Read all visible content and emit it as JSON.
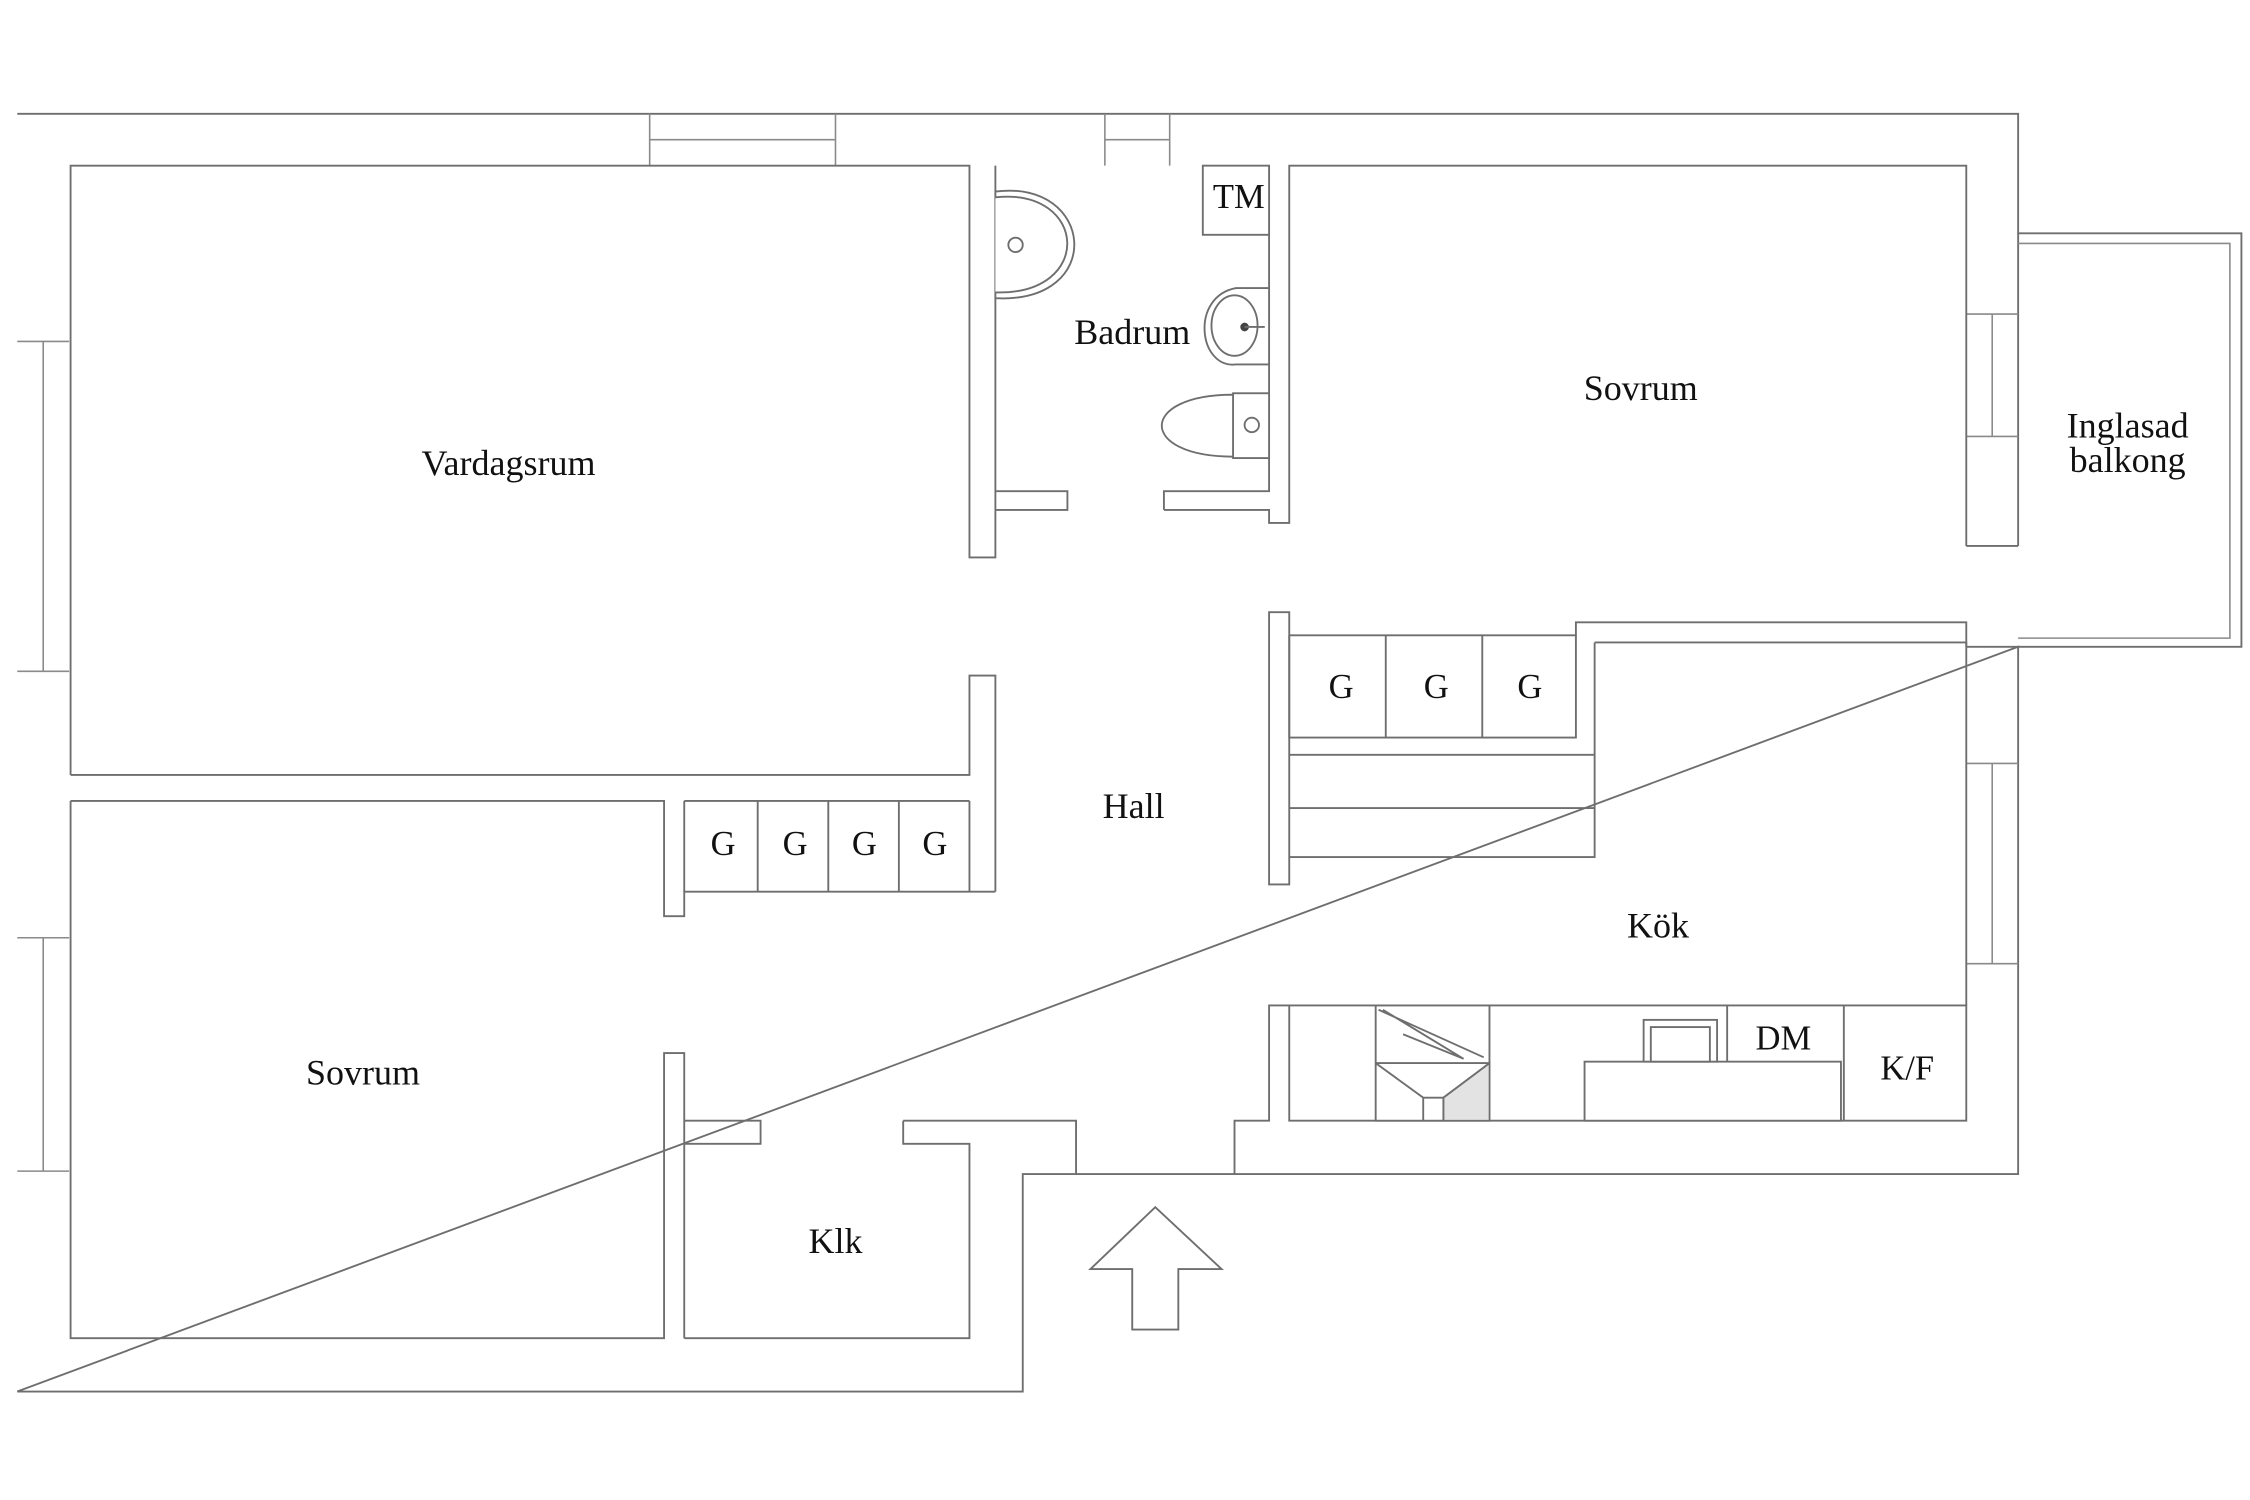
{
  "rooms": {
    "vardagsrum": "Vardagsrum",
    "badrum": "Badrum",
    "tm": "TM",
    "sovrum_upper": "Sovrum",
    "balcony_line1": "Inglasad",
    "balcony_line2": "balkong",
    "hall": "Hall",
    "kok": "Kök",
    "sovrum_lower": "Sovrum",
    "klk": "Klk",
    "dm": "DM",
    "kf": "K/F"
  },
  "wardrobes": {
    "right": [
      "G",
      "G",
      "G"
    ],
    "left": [
      "G",
      "G",
      "G",
      "G"
    ]
  },
  "icons": {
    "entrance": "entrance-arrow-icon",
    "bathtub": "bathtub-icon",
    "sink": "washbasin-icon",
    "toilet": "toilet-icon",
    "stove": "stove-icon",
    "kitchen_sink": "kitchen-sink-icon"
  }
}
